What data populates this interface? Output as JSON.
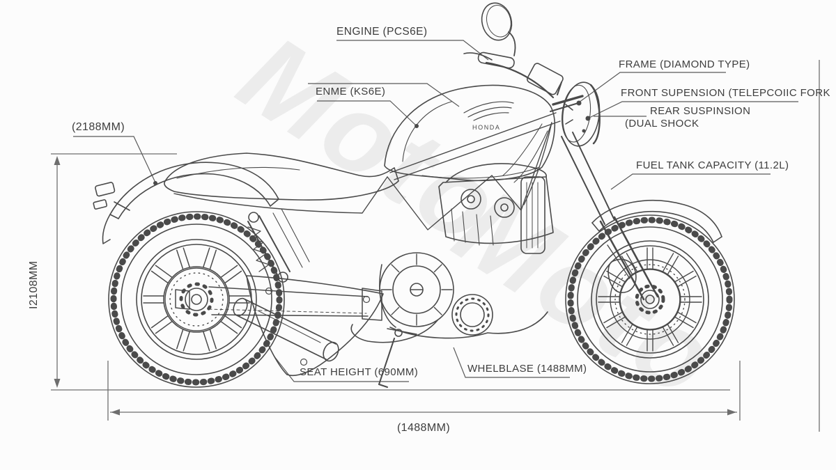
{
  "diagram": {
    "background": "#fcfcfc",
    "line_color": "#4a4a4a",
    "label_color": "#3d3d3d",
    "watermark_text": "Moto",
    "brand_logo": "HONDA",
    "part_labels": {
      "engine_top": "ENGINE (PCS6E)",
      "engine_tank": "ENME (KS6E)",
      "frame": "FRAME (DIAMOND TYPE)",
      "front_suspension": "FRONT SUPENSION (TELEPCOIIC FORK",
      "rear_suspension_line1": "REAR SUSPINSION",
      "rear_suspension_line2": "(DUAL SHOCK",
      "fuel_tank": "FUEL TANK CAPACITY (11.2L)",
      "seat_height": "SEAT HEIGHT (690MM)",
      "wheelbase": "WHELBLASE (1488MM)"
    },
    "dimension_labels": {
      "overall_length": "(2188MM)",
      "overall_height": "I2108MM",
      "wheelbase_bottom": "(1488MM)"
    }
  }
}
